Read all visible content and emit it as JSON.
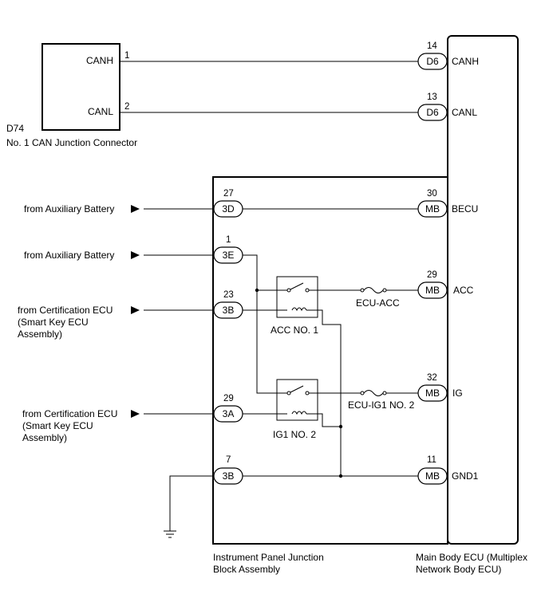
{
  "can_connector": {
    "id": "D74",
    "name": "No. 1 CAN Junction Connector",
    "pins": [
      {
        "label": "CANH",
        "pin": "1"
      },
      {
        "label": "CANL",
        "pin": "2"
      }
    ]
  },
  "ecu": {
    "name_line1": "Main Body ECU (Multiplex",
    "name_line2": "Network Body ECU)",
    "terminals": [
      {
        "pin": "14",
        "connector": "D6",
        "label": "CANH"
      },
      {
        "pin": "13",
        "connector": "D6",
        "label": "CANL"
      },
      {
        "pin": "30",
        "connector": "MB",
        "label": "BECU"
      },
      {
        "pin": "29",
        "connector": "MB",
        "label": "ACC"
      },
      {
        "pin": "32",
        "connector": "MB",
        "label": "IG"
      },
      {
        "pin": "11",
        "connector": "MB",
        "label": "GND1"
      }
    ]
  },
  "junction_block": {
    "name_line1": "Instrument Panel Junction",
    "name_line2": "Block Assembly",
    "inputs": [
      {
        "pin": "27",
        "connector": "3D"
      },
      {
        "pin": "1",
        "connector": "3E"
      },
      {
        "pin": "23",
        "connector": "3B"
      },
      {
        "pin": "29",
        "connector": "3A"
      },
      {
        "pin": "7",
        "connector": "3B"
      }
    ],
    "relays": [
      {
        "name": "ACC NO. 1"
      },
      {
        "name": "IG1 NO. 2"
      }
    ],
    "fuses": [
      {
        "name": "ECU-ACC"
      },
      {
        "name": "ECU-IG1 NO. 2"
      }
    ]
  },
  "sources": [
    {
      "lines": [
        "from Auxiliary Battery"
      ]
    },
    {
      "lines": [
        "from Auxiliary Battery"
      ]
    },
    {
      "lines": [
        "from Certification ECU",
        "(Smart Key ECU",
        "Assembly)"
      ]
    },
    {
      "lines": [
        "from Certification ECU",
        "(Smart Key ECU",
        "Assembly)"
      ]
    }
  ]
}
